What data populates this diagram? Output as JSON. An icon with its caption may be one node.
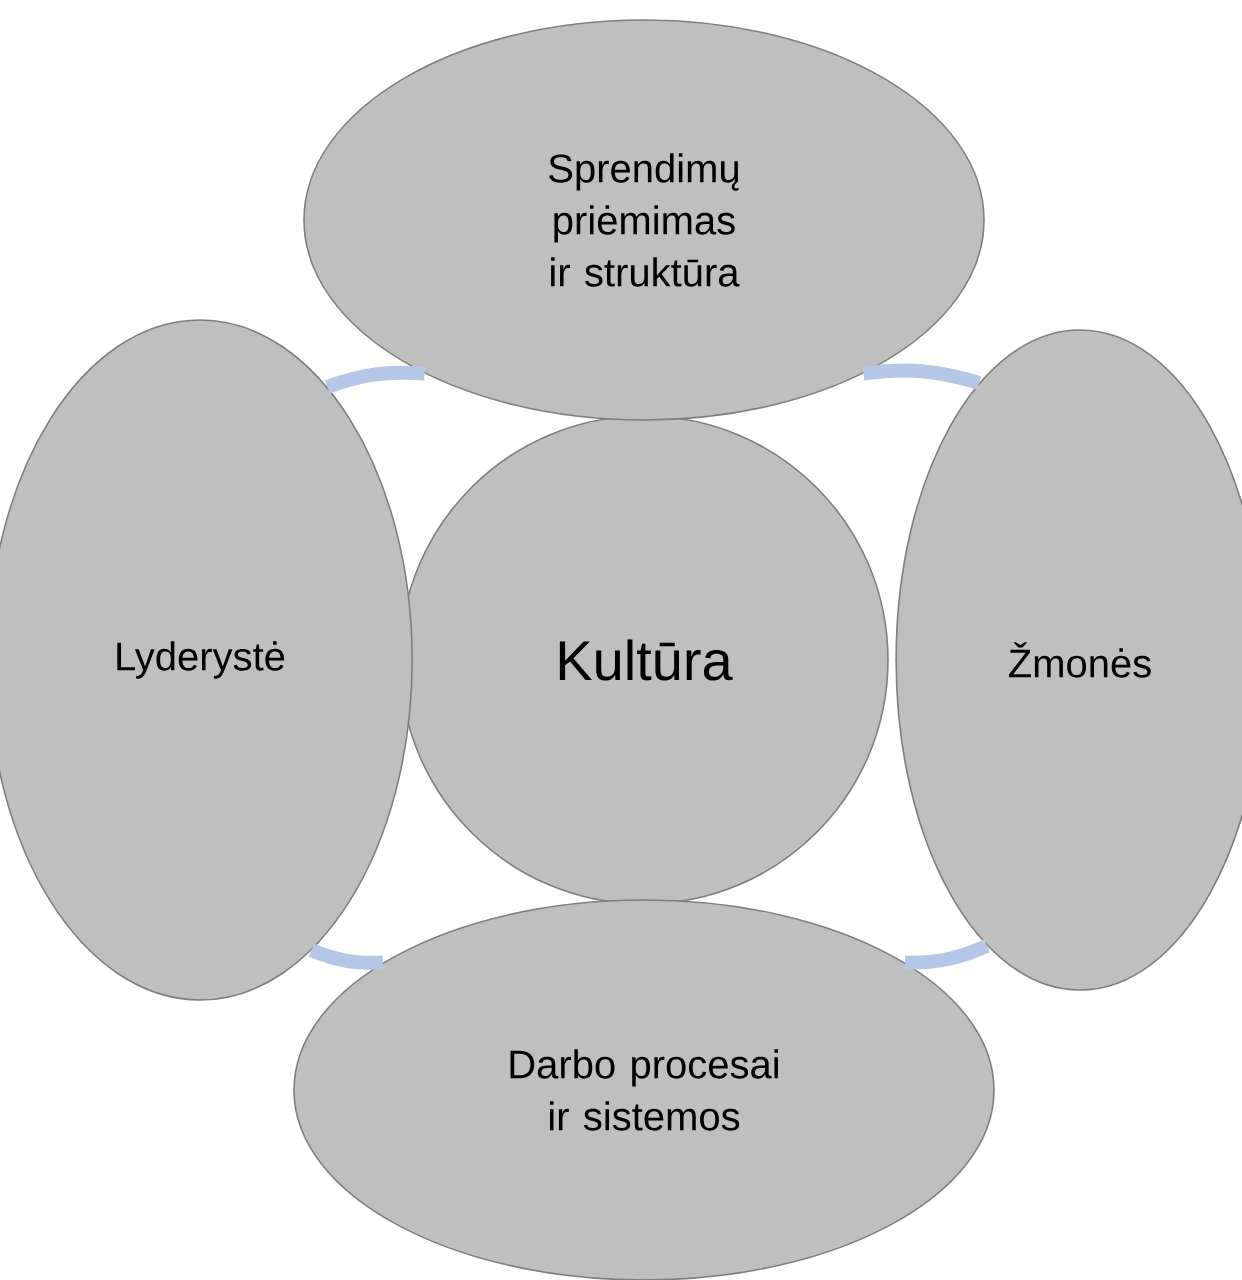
{
  "diagram": {
    "nodes": [
      {
        "text": [
          "Sprendimų priėmimas ir struktūra"
        ]
      },
      {
        "text": [
          "Lyderystė"
        ]
      },
      {
        "text": [
          "Kultūra"
        ]
      },
      {
        "text": [
          "Žmonės"
        ]
      },
      {
        "text": [
          "Darbo procesai ir sistemos"
        ]
      }
    ],
    "edges": [
      {
        "from": 0,
        "to": 3,
        "arrow": "none"
      },
      {
        "from": 3,
        "to": 4,
        "arrow": "none"
      },
      {
        "from": 4,
        "to": 1,
        "arrow": "none"
      },
      {
        "from": 1,
        "to": 0,
        "arrow": "none"
      }
    ]
  }
}
